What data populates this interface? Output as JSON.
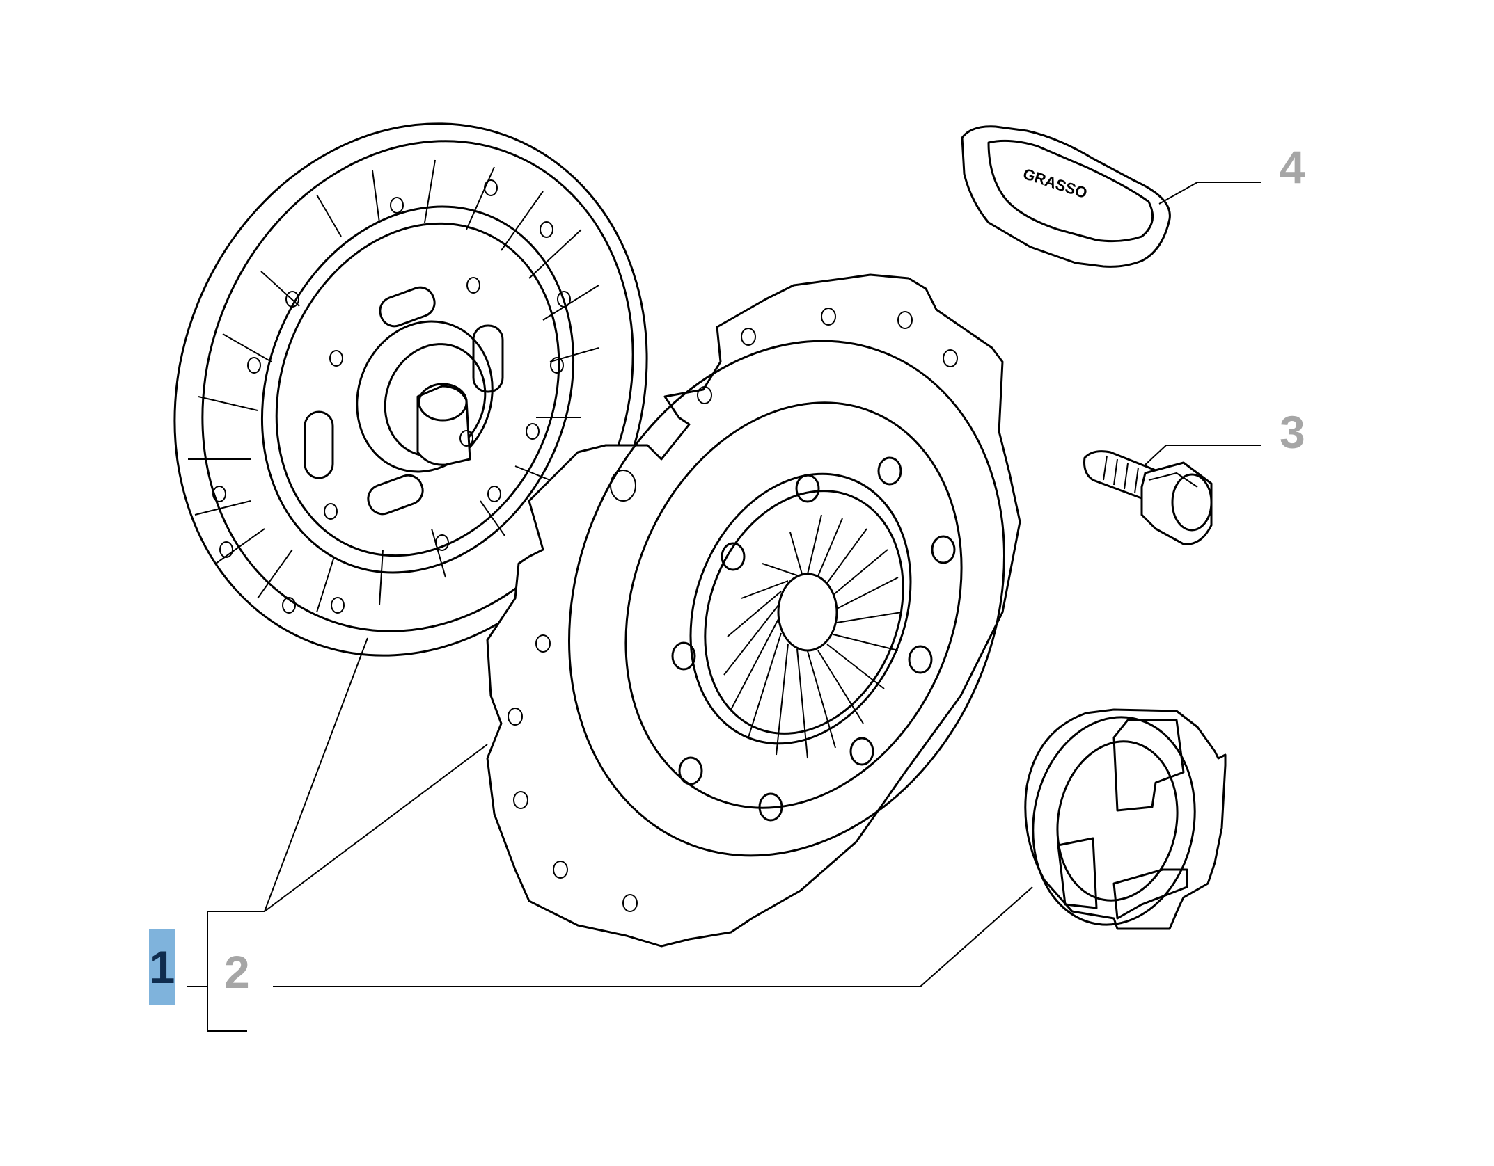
{
  "callouts": {
    "item_1": "1",
    "item_2": "2",
    "item_3": "3",
    "item_4": "4"
  },
  "grease_pack_text": "GRASSO",
  "parts": {
    "clutch_disc": "clutch-disc",
    "pressure_plate": "clutch-pressure-plate",
    "release_bearing": "release-bearing",
    "bolt": "bolt",
    "grease_pack": "grease-pack"
  },
  "colors": {
    "highlight_bg": "#7fb3dc",
    "highlight_text": "#0f2c4e",
    "muted_text": "#a6a6a6",
    "line": "#000000"
  }
}
